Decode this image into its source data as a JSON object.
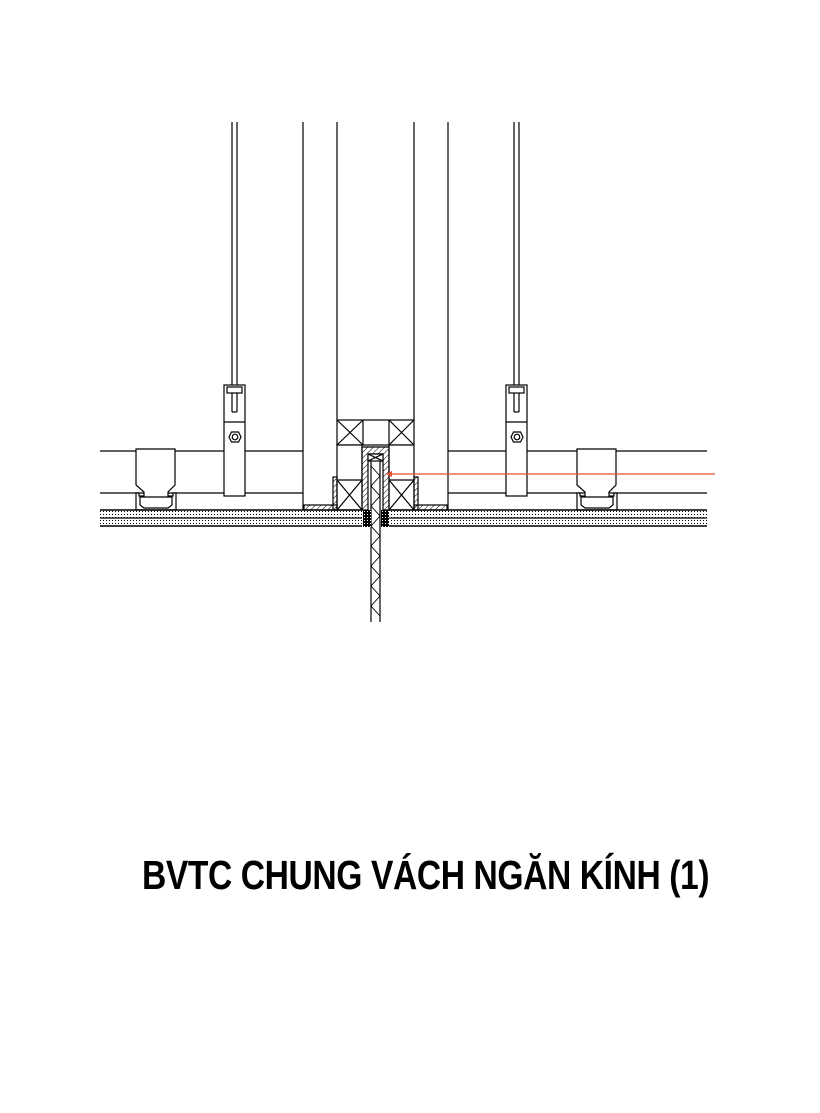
{
  "title": "BVTC CHUNG VÁCH NGĂN KÍNH (1)",
  "drawing": {
    "type": "architectural section detail",
    "subject": "glass partition head detail at ceiling",
    "colors": {
      "line": "#000000",
      "leader": "#e0522f",
      "background": "#ffffff"
    },
    "components": [
      "ceiling-hanger-rod-left",
      "ceiling-hanger-rod-right",
      "hanger-clip-left",
      "hanger-clip-right",
      "ceiling-main-runner",
      "ceiling-tee-left",
      "ceiling-tee-right",
      "partition-mullion-left",
      "partition-mullion-right",
      "timber-blocking",
      "u-channel-head",
      "glass-panel",
      "gypsum-ceiling-board",
      "sealant",
      "leader-line"
    ]
  }
}
